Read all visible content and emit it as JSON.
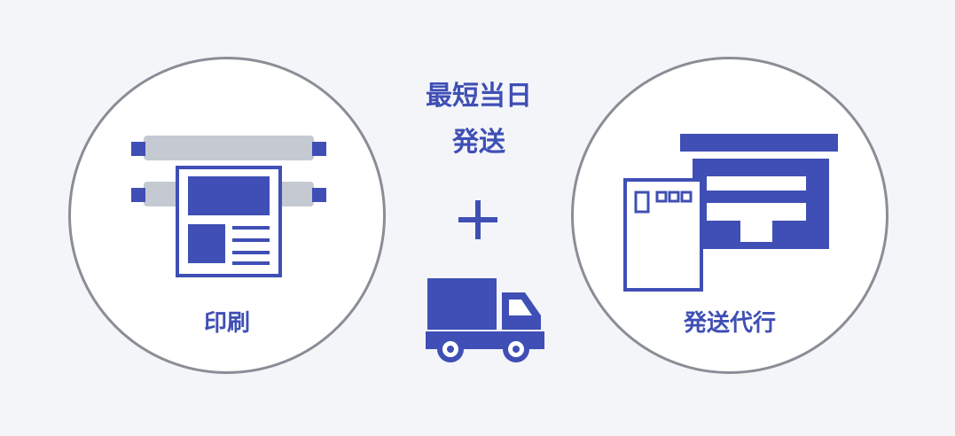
{
  "left_circle": {
    "label": "印刷",
    "icon": "printing-press-icon"
  },
  "center": {
    "line1": "最短当日",
    "line2": "発送",
    "plus_icon": "plus-icon",
    "truck_icon": "delivery-truck-icon"
  },
  "right_circle": {
    "label": "発送代行",
    "icon": "post-office-icon"
  },
  "colors": {
    "accent": "#3f4fb5",
    "roller_gray": "#c5c9d2",
    "circle_border": "#8a8d95",
    "background": "#f4f5f9"
  }
}
